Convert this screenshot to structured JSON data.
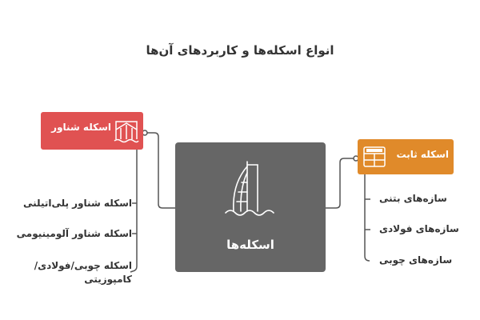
{
  "title": "انواع اسکله‌ها و کاربردهای آن‌ها",
  "center": {
    "label": "اسکله‌ها",
    "icon": "burj-al-arab-icon"
  },
  "left_group": {
    "label": "اسکله شناور",
    "icon": "floating-structure-icon",
    "color": "#e05252",
    "items": [
      "اسکله شناور پلی‌اتیلنی",
      "اسکله شناور آلومینیومی",
      "اسکله چوبی/فولادی/کامپوزیتی"
    ]
  },
  "right_group": {
    "label": "اسکله ثابت",
    "icon": "grid-structure-icon",
    "color": "#e08a2a",
    "items": [
      "سازه‌های بتنی",
      "سازه‌های فولادی",
      "سازه‌های چوبی"
    ]
  },
  "colors": {
    "center_box": "#666666",
    "connector": "#555555",
    "text": "#333333"
  }
}
